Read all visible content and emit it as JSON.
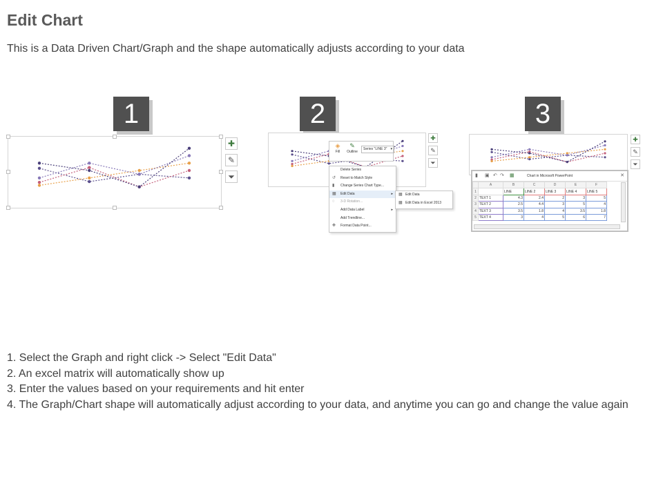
{
  "page": {
    "title": "Edit Chart",
    "subtitle": "This is a Data Driven Chart/Graph and the shape automatically adjusts according to your data"
  },
  "badges": [
    "1",
    "2",
    "3"
  ],
  "side_buttons": {
    "add_icon": "plus-icon",
    "style_icon": "brush-icon",
    "filter_icon": "funnel-icon"
  },
  "context_menu": {
    "toolbar": {
      "fill_label": "Fill",
      "outline_label": "Outline",
      "series_value": "Series \"LINE 3\""
    },
    "items": [
      "Delete Series",
      "Reset to Match Style",
      "Change Series Chart Type...",
      "Edit Data",
      "3-D Rotation...",
      "Add Data Label",
      "Add Trendline...",
      "Format Data Point..."
    ],
    "submenu": [
      "Edit Data",
      "Edit Data in Excel 2013"
    ]
  },
  "excel": {
    "title": "Chart in Microsoft PowerPoint",
    "columns": [
      "",
      "A",
      "B",
      "C",
      "D",
      "E",
      "F"
    ],
    "rows": [
      [
        "1",
        "",
        "LINE",
        "LINE 2",
        "LINE 3",
        "LINE 4",
        "LINE 5"
      ],
      [
        "2",
        "TEXT 1",
        "4.3",
        "2.4",
        "2",
        "3",
        "5"
      ],
      [
        "3",
        "TEXT 2",
        "2.5",
        "4.4",
        "3",
        "5",
        "4"
      ],
      [
        "4",
        "TEXT 3",
        "3.5",
        "1.8",
        "4",
        "3.5",
        "1.8"
      ],
      [
        "5",
        "TEXT 4",
        "3",
        "4",
        "5",
        "6",
        "7"
      ]
    ]
  },
  "chart_data": {
    "type": "line",
    "categories": [
      "",
      "",
      "",
      ""
    ],
    "series": [
      {
        "color": "#5b4f8c",
        "values": [
          4.3,
          2.5,
          3.5,
          3.0
        ]
      },
      {
        "color": "#c35f7a",
        "values": [
          2.4,
          4.4,
          1.8,
          4.0
        ]
      },
      {
        "color": "#e8a04a",
        "values": [
          2.0,
          3.0,
          4.0,
          5.0
        ]
      },
      {
        "color": "#8778b8",
        "values": [
          3.0,
          5.0,
          3.5,
          6.0
        ]
      },
      {
        "color": "#4a3f7a",
        "values": [
          5.0,
          4.0,
          1.8,
          7.0
        ]
      }
    ],
    "ylim": [
      0,
      8
    ],
    "grid": false,
    "legend": "none"
  },
  "steps": [
    "1. Select the Graph and right click -> Select \"Edit Data\"",
    "2. An excel matrix will automatically show up",
    "3. Enter the values based on your requirements and hit enter",
    "4. The Graph/Chart shape will automatically adjust according to your data, and anytime you can go and change the value again"
  ]
}
